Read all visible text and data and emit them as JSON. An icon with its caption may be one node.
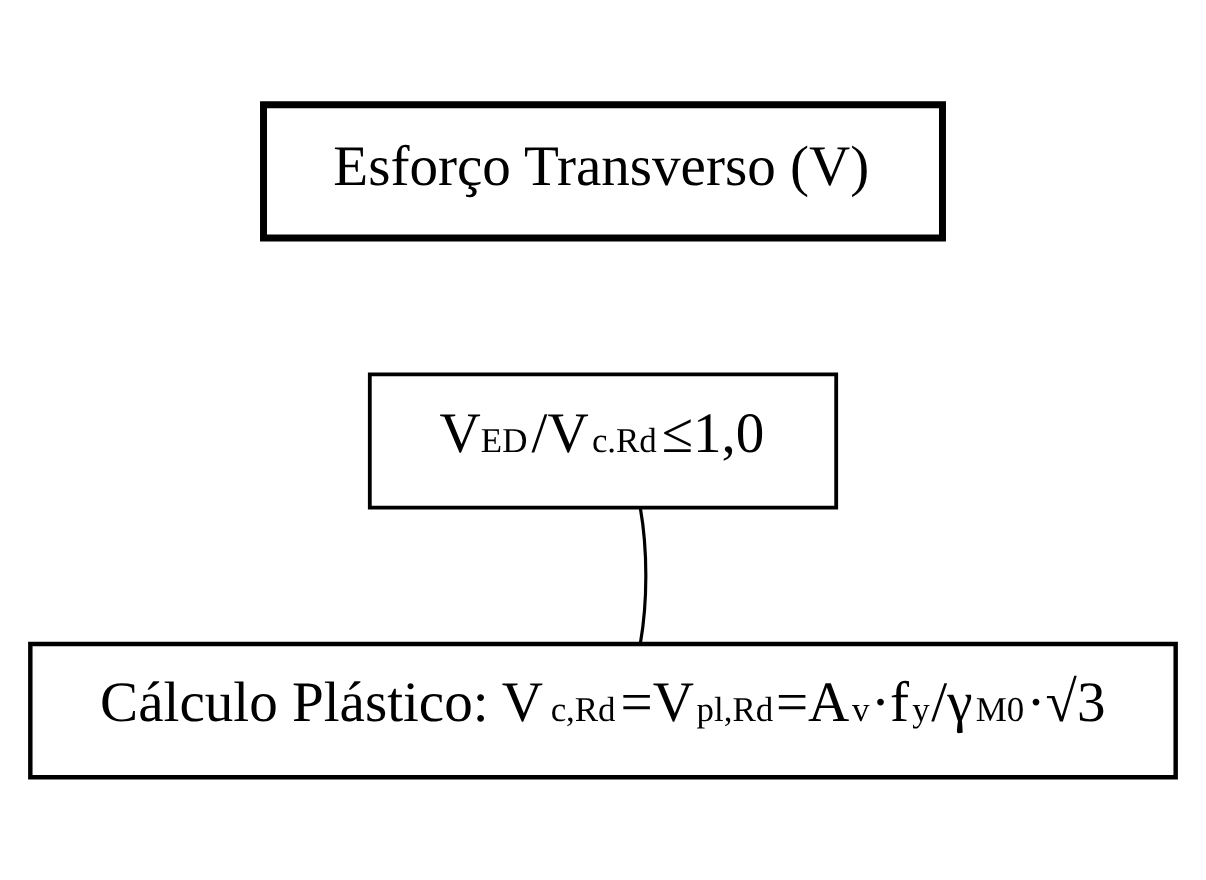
{
  "diagram": {
    "nodes": [
      {
        "text": [
          "Esforço Transverso (V)"
        ]
      },
      {
        "text": [
          "V$_{ED}$/V$_{c.Rd}$≤1,0"
        ]
      },
      {
        "text": [
          "Cálculo Plástico: V$_{c,Rd}$=V$_{pl,Rd}$=A$_{v}$·f$_{y}$/γ$_{M0}$·√3"
        ]
      }
    ],
    "edges": [
      {
        "from": 1,
        "to": 2,
        "arrow": "none"
      }
    ]
  }
}
